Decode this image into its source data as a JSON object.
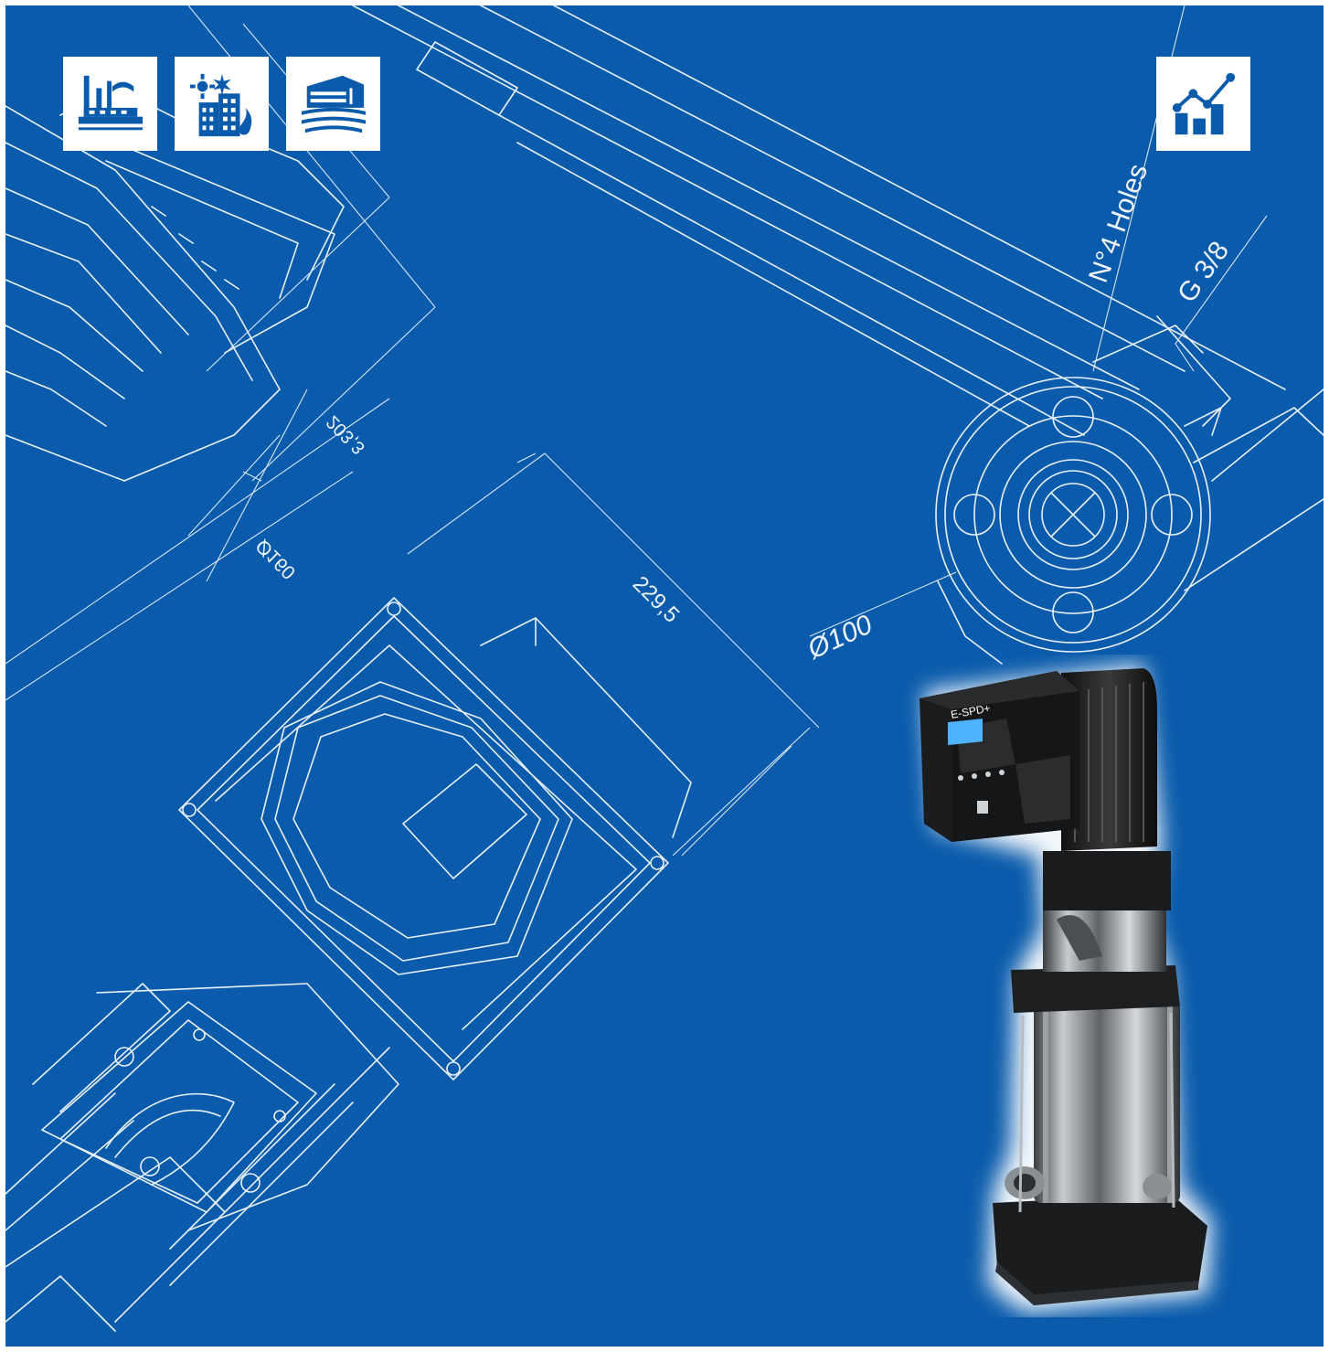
{
  "drawing": {
    "dimensions": {
      "d229": "229,5",
      "d203": "203,3",
      "phi160": "Ø160",
      "phi100": "Ø100",
      "holes": "N°4 Holes",
      "thread": "G 3/8"
    }
  },
  "icons": {
    "left": [
      "industry-icon",
      "building-hvac-icon",
      "waterfront-house-icon"
    ],
    "right": [
      "growth-chart-icon"
    ]
  },
  "product": {
    "display_label": "E-SPD+"
  },
  "colors": {
    "background": "#0a5bab",
    "lines": "#e8f1fb",
    "icon_blue": "#0a5bab",
    "tile": "#ffffff"
  }
}
